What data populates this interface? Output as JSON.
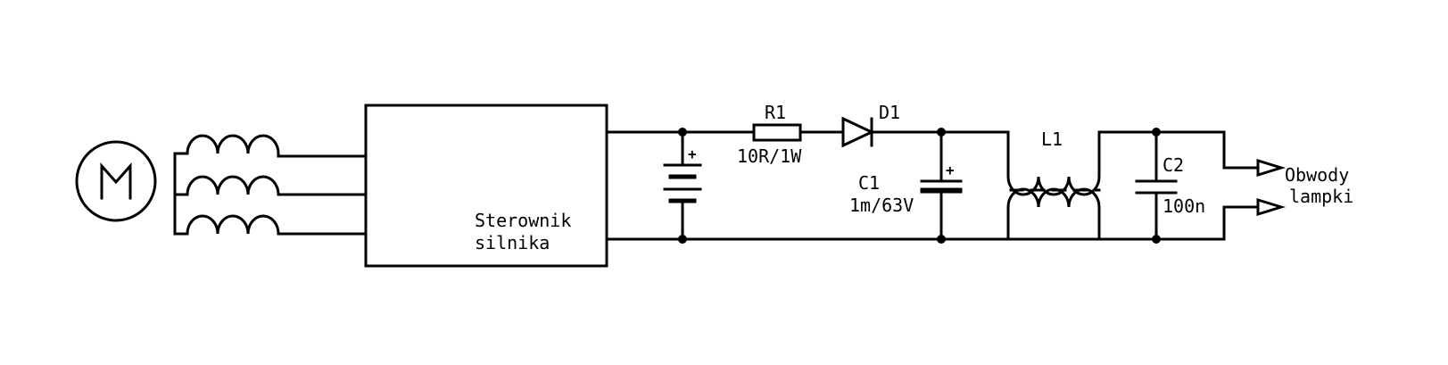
{
  "motor": {
    "symbol": "M"
  },
  "controller": {
    "line1": "Sterownik",
    "line2": "silnika"
  },
  "battery": {
    "polarity": "+"
  },
  "r1": {
    "ref": "R1",
    "value": "10R/1W"
  },
  "d1": {
    "ref": "D1"
  },
  "c1": {
    "ref": "C1",
    "value": "1m/63V",
    "polarity": "+"
  },
  "l1": {
    "ref": "L1"
  },
  "c2": {
    "ref": "C2",
    "value": "100n"
  },
  "output": {
    "line1": "Obwody",
    "line2": "lampki"
  }
}
